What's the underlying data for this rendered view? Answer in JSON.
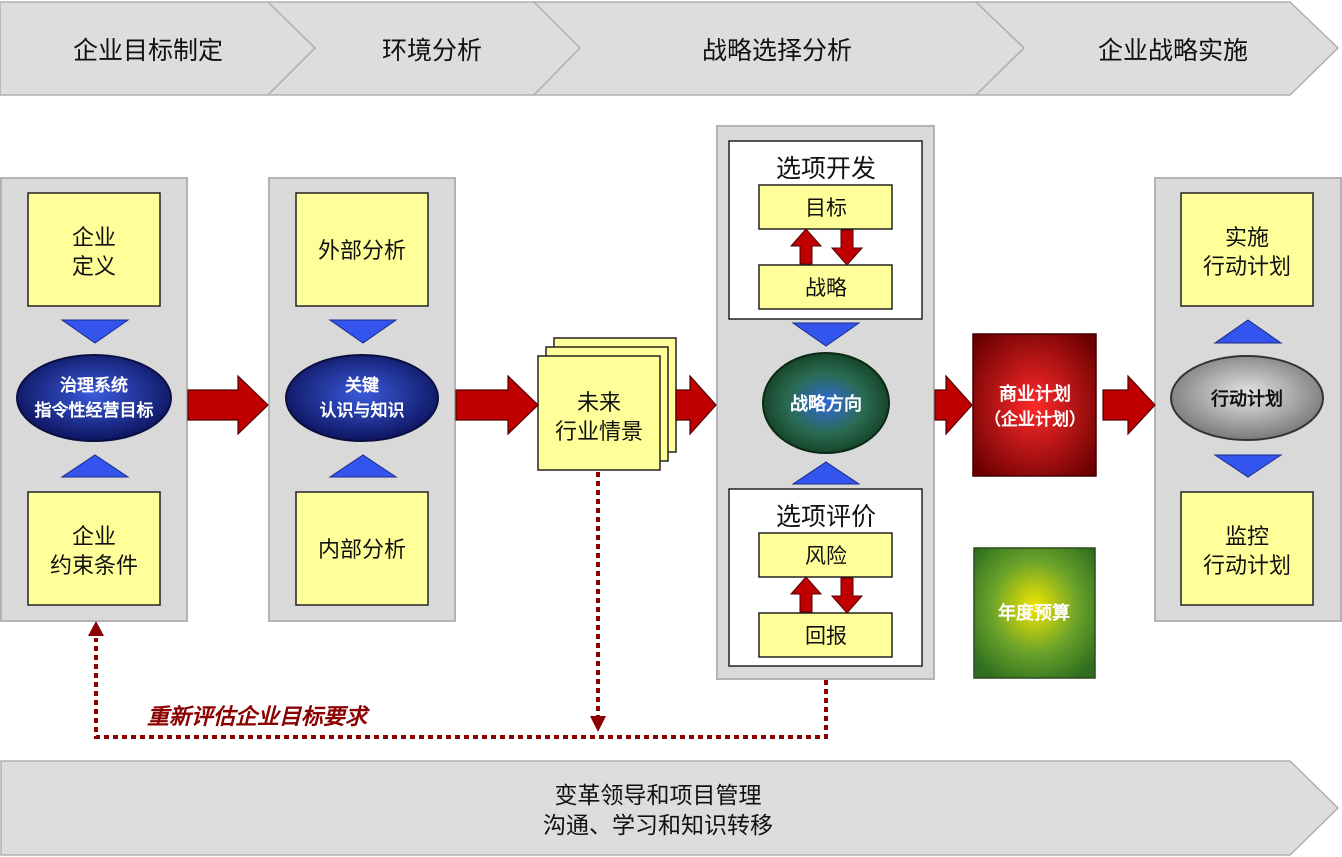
{
  "phases": [
    "企业目标制定",
    "环境分析",
    "战略选择分析",
    "企业战略实施"
  ],
  "column1": {
    "top_box": [
      "企业",
      "定义"
    ],
    "ellipse": [
      "治理系统",
      "指令性经营目标"
    ],
    "bottom_box": [
      "企业",
      "约束条件"
    ]
  },
  "column2": {
    "top_box": "外部分析",
    "ellipse": [
      "关键",
      "认识与知识"
    ],
    "bottom_box": "内部分析"
  },
  "scenario": [
    "未来",
    "行业情景"
  ],
  "column4": {
    "option_dev": {
      "title": "选项开发",
      "top": "目标",
      "bottom": "战略"
    },
    "ellipse": "战略方向",
    "option_eval": {
      "title": "选项评价",
      "top": "风险",
      "bottom": "回报"
    }
  },
  "business_plan": [
    "商业计划",
    "（企业计划）"
  ],
  "annual_budget": "年度预算",
  "column6": {
    "top_box": [
      "实施",
      "行动计划"
    ],
    "ellipse": "行动计划",
    "bottom_box": [
      "监控",
      "行动计划"
    ]
  },
  "feedback_label": "重新评估企业目标要求",
  "bottom_banner": [
    "变革领导和项目管理",
    "沟通、学习和知识转移"
  ],
  "colors": {
    "panel": "#d9d9d9",
    "yellow_box": "#ffff99",
    "arrow_red": "#c00000",
    "triangle_blue": "#3355ee",
    "feedback_red": "#8b0000",
    "ellipse_navy": "#1a237e",
    "ellipse_green": "#1f5f3a",
    "ellipse_gray": "#9a9a9a"
  }
}
